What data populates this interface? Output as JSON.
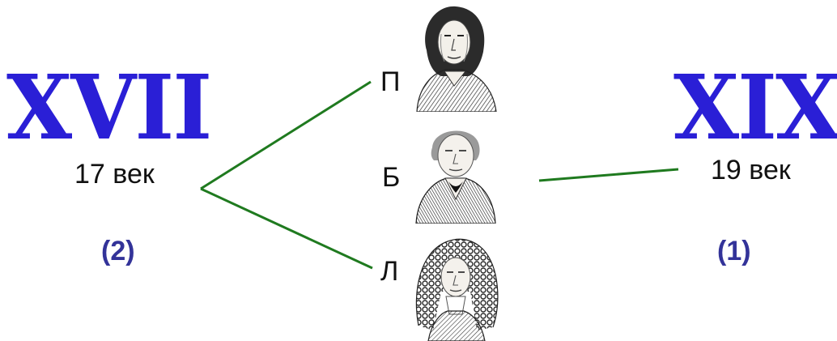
{
  "colors": {
    "roman": "#2a1fd6",
    "count": "#333399",
    "line": "#1f7a1f",
    "ink": "#111111"
  },
  "left": {
    "roman": "XVII",
    "century": "17 век",
    "count": "(2)"
  },
  "right": {
    "roman": "XIX",
    "century": "19 век",
    "count": "(1)"
  },
  "people": [
    {
      "letter": "П",
      "icon": "portrait-engraving-icon"
    },
    {
      "letter": "Б",
      "icon": "portrait-engraving-icon"
    },
    {
      "letter": "Л",
      "icon": "portrait-engraving-icon"
    }
  ]
}
